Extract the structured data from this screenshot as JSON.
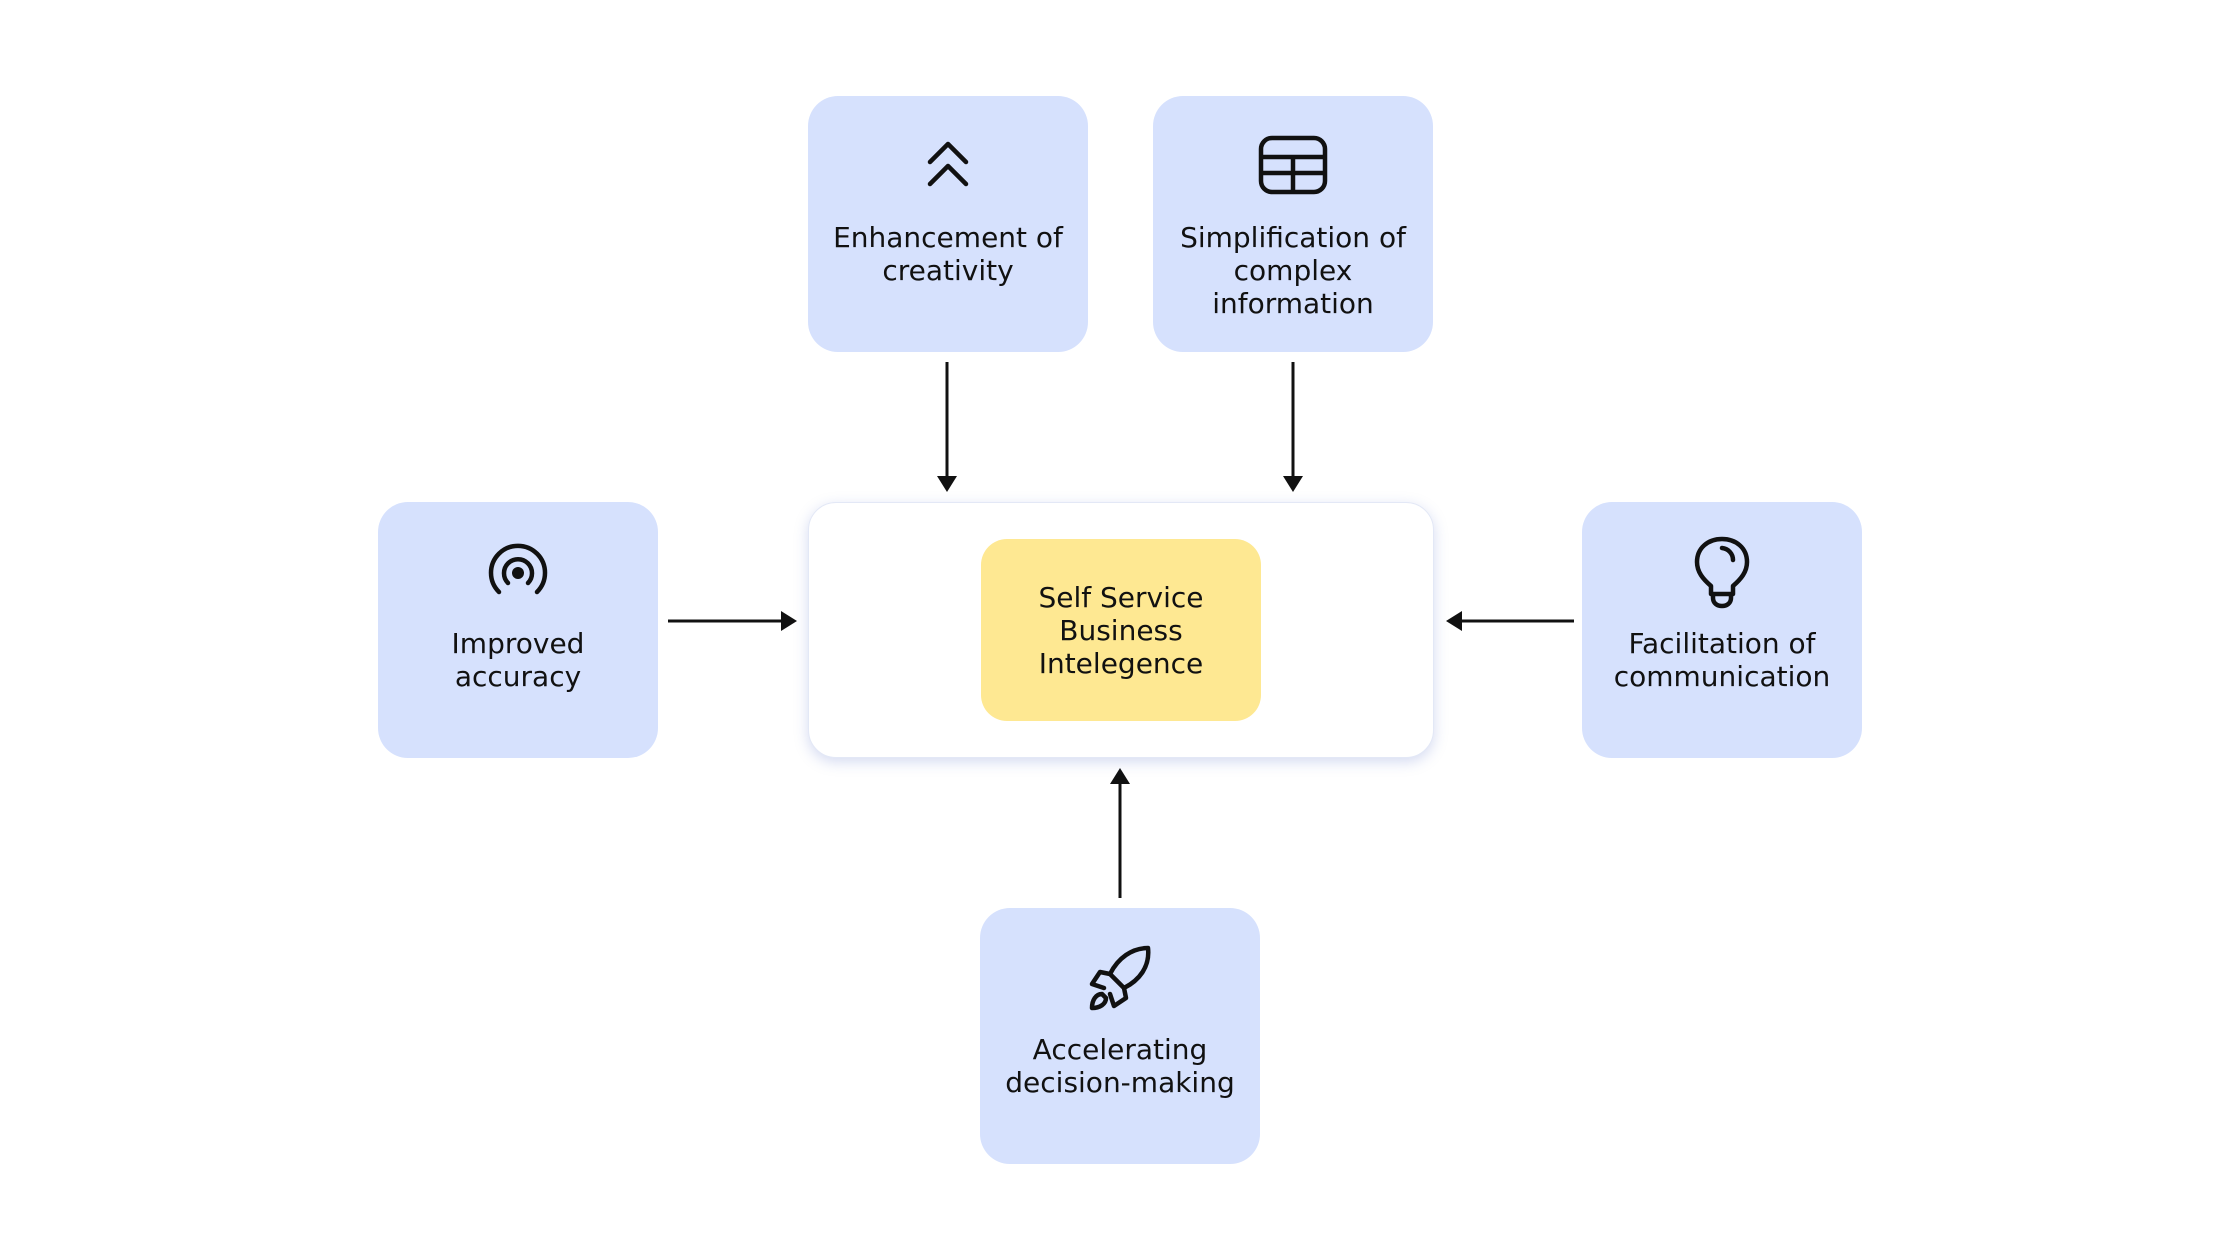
{
  "diagram": {
    "center": {
      "label": "Self Service Business Intelegence"
    },
    "nodes": {
      "creativity": {
        "label": "Enhancement of creativity",
        "icon": "chevrons-up-icon"
      },
      "simplification": {
        "label": "Simplification of complex information",
        "icon": "table-icon"
      },
      "accuracy": {
        "label": "Improved accuracy",
        "icon": "target-icon"
      },
      "communication": {
        "label": "Facilitation of communication",
        "icon": "lightbulb-icon"
      },
      "decision": {
        "label": "Accelerating decision-making",
        "icon": "rocket-icon"
      }
    },
    "colors": {
      "node_fill": "#d6e1fd",
      "core_fill": "#fee892",
      "center_fill": "#ffffff",
      "arrow": "#111111"
    }
  }
}
